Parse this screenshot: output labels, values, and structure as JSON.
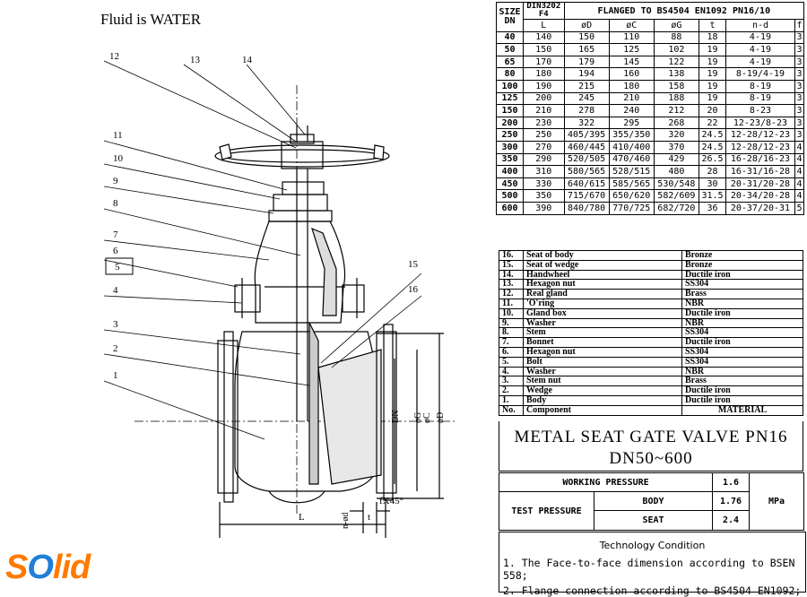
{
  "note": "Fluid is WATER",
  "logo": {
    "pre": "S",
    "mid": "O",
    "post": "lid"
  },
  "callouts": [
    "12",
    "13",
    "14",
    "11",
    "10",
    "9",
    "8",
    "7",
    "6",
    "5",
    "4",
    "3",
    "2",
    "1",
    "15",
    "16"
  ],
  "dims": {
    "DN": "DN",
    "G": "øG",
    "C": "øC",
    "D": "øD",
    "L": "L",
    "nd": "n-ød",
    "fx": "fX45°",
    "t": "t"
  },
  "dim_table": {
    "h_size": "SIZE\nDN",
    "h_din": "DIN3202\nF4",
    "h_flange": "FLANGED TO BS4504 EN1092 PN16/10",
    "h_L": "L",
    "h_D": "øD",
    "h_C": "øC",
    "h_G": "øG",
    "h_t": "t",
    "h_nd": "n-d",
    "h_f": "f",
    "rows": [
      [
        "40",
        "140",
        "150",
        "110",
        "88",
        "18",
        "4-19",
        "3"
      ],
      [
        "50",
        "150",
        "165",
        "125",
        "102",
        "19",
        "4-19",
        "3"
      ],
      [
        "65",
        "170",
        "179",
        "145",
        "122",
        "19",
        "4-19",
        "3"
      ],
      [
        "80",
        "180",
        "194",
        "160",
        "138",
        "19",
        "8-19/4-19",
        "3"
      ],
      [
        "100",
        "190",
        "215",
        "180",
        "158",
        "19",
        "8-19",
        "3"
      ],
      [
        "125",
        "200",
        "245",
        "210",
        "188",
        "19",
        "8-19",
        "3"
      ],
      [
        "150",
        "210",
        "278",
        "240",
        "212",
        "20",
        "8-23",
        "3"
      ],
      [
        "200",
        "230",
        "322",
        "295",
        "268",
        "22",
        "12-23/8-23",
        "3"
      ],
      [
        "250",
        "250",
        "405/395",
        "355/350",
        "320",
        "24.5",
        "12-28/12-23",
        "3"
      ],
      [
        "300",
        "270",
        "460/445",
        "410/400",
        "370",
        "24.5",
        "12-28/12-23",
        "4"
      ],
      [
        "350",
        "290",
        "520/505",
        "470/460",
        "429",
        "26.5",
        "16-28/16-23",
        "4"
      ],
      [
        "400",
        "310",
        "580/565",
        "528/515",
        "480",
        "28",
        "16-31/16-28",
        "4"
      ],
      [
        "450",
        "330",
        "640/615",
        "585/565",
        "530/548",
        "30",
        "20-31/20-28",
        "4"
      ],
      [
        "500",
        "350",
        "715/670",
        "650/620",
        "582/609",
        "31.5",
        "20-34/20-28",
        "4"
      ],
      [
        "600",
        "390",
        "840/780",
        "770/725",
        "682/720",
        "36",
        "20-37/20-31",
        "5"
      ]
    ]
  },
  "bom": {
    "rows": [
      [
        "16.",
        "Seat of body",
        "Bronze"
      ],
      [
        "15.",
        "Seat of wedge",
        "Bronze"
      ],
      [
        "14.",
        "Handwheel",
        "Ductile iron"
      ],
      [
        "13.",
        "Hexagon nut",
        "SS304"
      ],
      [
        "12.",
        "Real gland",
        "Brass"
      ],
      [
        "11.",
        "'O'ring",
        "NBR"
      ],
      [
        "10.",
        "Gland box",
        "Ductile iron"
      ],
      [
        "9.",
        "Washer",
        "NBR"
      ],
      [
        "8.",
        "Stem",
        "SS304"
      ],
      [
        "7.",
        "Bonnet",
        "Ductile iron"
      ],
      [
        "6.",
        "Hexagon nut",
        "SS304"
      ],
      [
        "5.",
        "Bolt",
        "SS304"
      ],
      [
        "4.",
        "Washer",
        "NBR"
      ],
      [
        "3.",
        "Stem nut",
        "Brass"
      ],
      [
        "2.",
        "Wedge",
        "Ductile iron"
      ],
      [
        "1.",
        "Body",
        "Ductile iron"
      ]
    ],
    "h_no": "No.",
    "h_comp": "Component",
    "h_mat": "MATERIAL"
  },
  "title": {
    "line1": "METAL SEAT GATE VALVE PN16",
    "line2": "DN50~600"
  },
  "pressure": {
    "working": "WORKING PRESSURE",
    "working_val": "1.6",
    "test": "TEST PRESSURE",
    "body": "BODY",
    "body_val": "1.76",
    "seat": "SEAT",
    "seat_val": "2.4",
    "unit": "MPa"
  },
  "tech": {
    "title": "Technology Condition",
    "line1": "1. The Face-to-face dimension according to BSEN 558;",
    "line2": "2. Flange connection according to BS4504 EN1092;"
  }
}
